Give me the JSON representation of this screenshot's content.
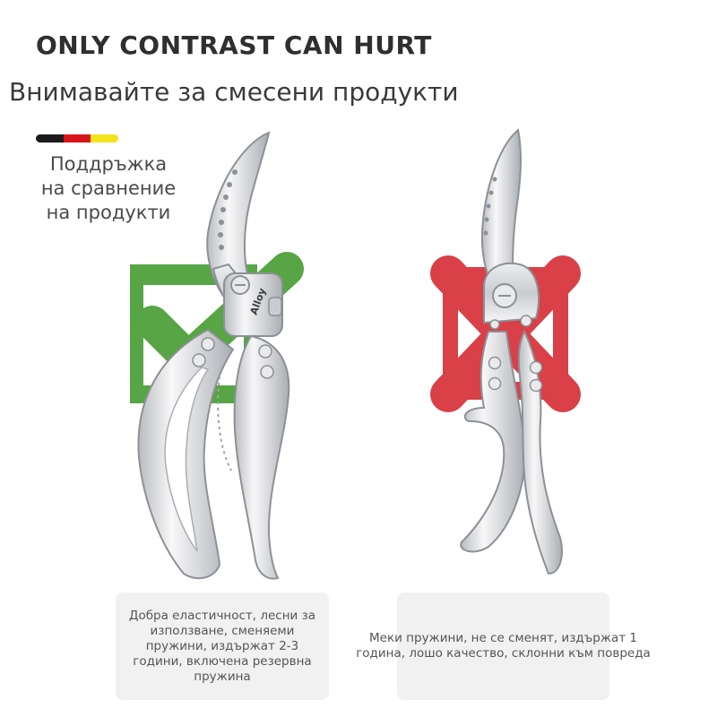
{
  "header": {
    "title": "ONLY CONTRAST CAN HURT",
    "subtitle": "Внимавайте за смесени продукти"
  },
  "flag": {
    "colors": [
      "#1b1b1b",
      "#d8141b",
      "#f2e31c"
    ]
  },
  "side_note": {
    "lines": [
      "Поддръжка",
      "на сравнение",
      "на продукти"
    ]
  },
  "products": {
    "good": {
      "badge_color": "#57a544",
      "label": "Alloy",
      "icon": "check-mark-icon",
      "caption_lines": [
        "Добра еластичност, лесни за",
        "използване, сменяеми",
        "пружини, издържат 2-3",
        "години, включена резервна",
        "пружина"
      ]
    },
    "bad": {
      "badge_color": "#d94048",
      "icon": "cross-mark-icon",
      "caption_lines": [
        "Меки пружини, не се сменят, издържат 1",
        "година, лошо качество, склонни към повреда"
      ]
    }
  }
}
